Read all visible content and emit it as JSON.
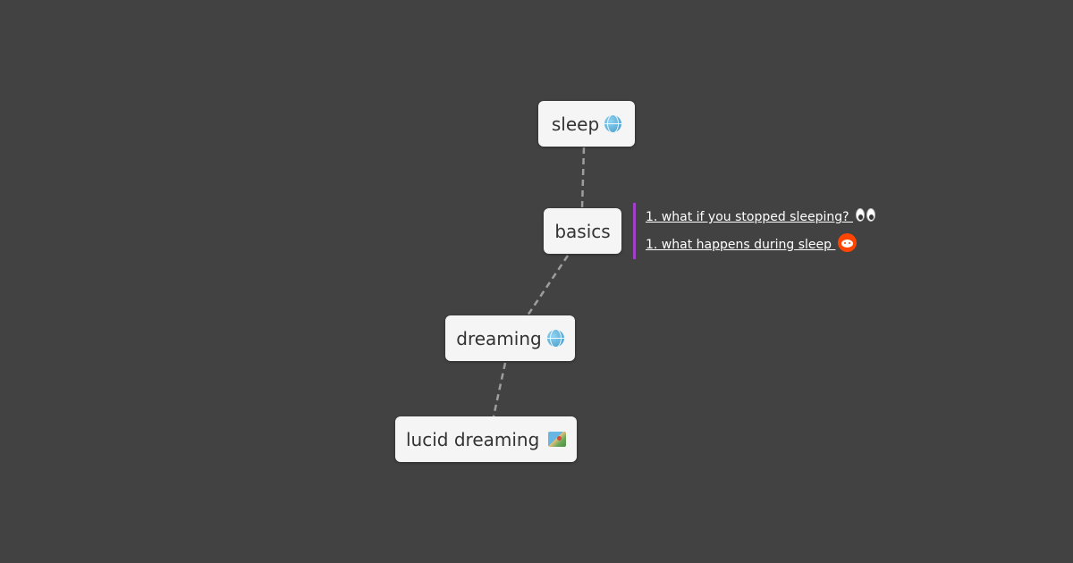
{
  "mindmap": {
    "nodes": {
      "sleep": {
        "label": "sleep",
        "icon": "globe-icon"
      },
      "basics": {
        "label": "basics"
      },
      "dreaming": {
        "label": "dreaming",
        "icon": "globe-icon"
      },
      "lucid_dreaming": {
        "label": "lucid dreaming",
        "icon": "world-map-icon"
      }
    },
    "note": {
      "accent_color": "#a040c8",
      "links": [
        {
          "label": "1. what if you stopped sleeping? ",
          "icon": "eyes-icon"
        },
        {
          "label": "1. what happens during sleep ",
          "icon": "reddit-icon"
        }
      ]
    },
    "colors": {
      "background": "#424242",
      "node_fill": "#f5f5f5",
      "edge": "#9e9e9e"
    }
  }
}
